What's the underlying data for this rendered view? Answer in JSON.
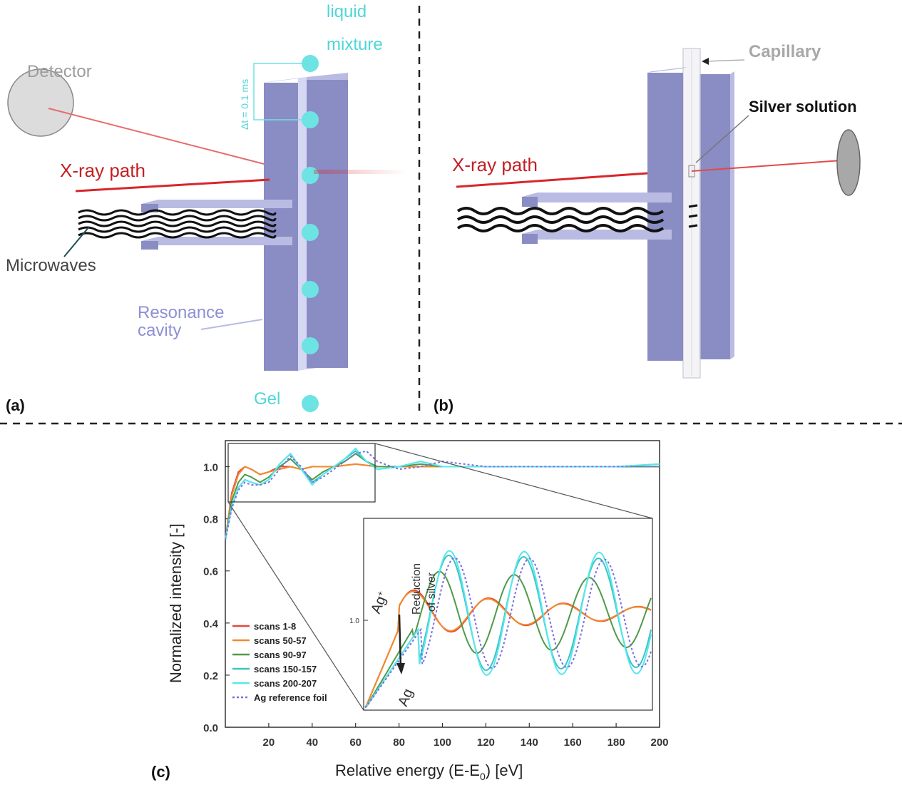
{
  "colors": {
    "cavity": "#8a8cc4",
    "cavity_side": "#b9bbe3",
    "cavity_dark": "#6f72b0",
    "plate_light": "#d6d7f3",
    "droplet": "#6de3e3",
    "xray": "#d8262a",
    "cyan_text": "#4fd6d6",
    "resonance_text": "#8d8fd6",
    "gray_text": "#9c9c9c"
  },
  "panel_a": {
    "label": "(a)",
    "detector": "Detector",
    "liquid_mixture_1": "liquid",
    "liquid_mixture_2": "mixture",
    "delta_t": "Δt = 0.1 ms",
    "xray_path": "X-ray path",
    "microwaves": "Microwaves",
    "resonance_1": "Resonance",
    "resonance_2": "cavity",
    "gel": "Gel"
  },
  "panel_b": {
    "label": "(b)",
    "capillary": "Capillary",
    "silver_solution": "Silver solution",
    "xray_path": "X-ray path"
  },
  "panel_c": {
    "label": "(c)"
  },
  "chart_data": {
    "type": "line",
    "xlabel": "Relative energy (E-E0) [eV]",
    "ylabel": "Normalized intensity [-]",
    "xlim": [
      0,
      200
    ],
    "ylim": [
      0.0,
      1.1
    ],
    "x_ticks": [
      "20",
      "40",
      "60",
      "80",
      "100",
      "120",
      "140",
      "160",
      "180",
      "200"
    ],
    "y_ticks": [
      "0.0",
      "0.2",
      "0.4",
      "0.6",
      "0.8",
      "1.0"
    ],
    "legend": [
      {
        "name": "scans 1-8",
        "color": "#e8463c",
        "dash": false
      },
      {
        "name": "scans 50-57",
        "color": "#f08a2c",
        "dash": false
      },
      {
        "name": "scans 90-97",
        "color": "#4f9a4a",
        "dash": false
      },
      {
        "name": "scans 150-157",
        "color": "#3cc4c4",
        "dash": false
      },
      {
        "name": "scans 200-207",
        "color": "#55e8ee",
        "dash": false
      },
      {
        "name": "Ag reference foil",
        "color": "#7a6ee0",
        "dash": true
      }
    ],
    "series": [
      {
        "name": "scans 1-8",
        "x": [
          0,
          3,
          6,
          9,
          12,
          16,
          20,
          25,
          30,
          35,
          40,
          50,
          60,
          70,
          80,
          90,
          100,
          120,
          140,
          160,
          180,
          200
        ],
        "y": [
          0.72,
          0.9,
          0.98,
          1.0,
          0.99,
          0.97,
          0.98,
          1.0,
          1.0,
          0.99,
          1.0,
          1.0,
          1.01,
          1.0,
          1.0,
          1.0,
          1.0,
          1.0,
          1.0,
          1.0,
          1.0,
          1.0
        ]
      },
      {
        "name": "scans 50-57",
        "x": [
          0,
          3,
          6,
          9,
          12,
          16,
          20,
          25,
          30,
          35,
          40,
          50,
          60,
          70,
          80,
          90,
          100,
          120,
          140,
          160,
          180,
          200
        ],
        "y": [
          0.72,
          0.89,
          0.97,
          1.0,
          0.99,
          0.97,
          0.98,
          0.99,
          1.0,
          0.99,
          1.0,
          1.0,
          1.01,
          1.0,
          1.0,
          1.0,
          1.0,
          1.0,
          1.0,
          1.0,
          1.0,
          1.0
        ]
      },
      {
        "name": "scans 90-97",
        "x": [
          0,
          3,
          6,
          9,
          12,
          16,
          20,
          25,
          30,
          35,
          40,
          45,
          50,
          55,
          60,
          65,
          70,
          80,
          90,
          100,
          120,
          140,
          160,
          180,
          200
        ],
        "y": [
          0.72,
          0.87,
          0.94,
          0.97,
          0.96,
          0.94,
          0.96,
          1.0,
          1.03,
          0.99,
          0.95,
          0.98,
          1.0,
          1.02,
          1.05,
          1.02,
          1.0,
          1.0,
          1.01,
          1.0,
          1.0,
          1.0,
          1.0,
          1.0,
          1.0
        ]
      },
      {
        "name": "scans 150-157",
        "x": [
          0,
          3,
          6,
          9,
          12,
          16,
          20,
          25,
          30,
          35,
          40,
          45,
          50,
          55,
          60,
          65,
          70,
          80,
          90,
          100,
          120,
          140,
          160,
          180,
          200
        ],
        "y": [
          0.72,
          0.85,
          0.92,
          0.95,
          0.94,
          0.93,
          0.95,
          1.01,
          1.05,
          0.99,
          0.94,
          0.97,
          1.0,
          1.03,
          1.06,
          1.02,
          0.99,
          1.0,
          1.02,
          1.0,
          1.0,
          1.0,
          1.0,
          1.0,
          1.01
        ]
      },
      {
        "name": "scans 200-207",
        "x": [
          0,
          3,
          6,
          9,
          12,
          16,
          20,
          25,
          30,
          35,
          40,
          45,
          50,
          55,
          60,
          65,
          70,
          80,
          90,
          100,
          120,
          140,
          160,
          180,
          200
        ],
        "y": [
          0.72,
          0.85,
          0.92,
          0.95,
          0.94,
          0.93,
          0.95,
          1.01,
          1.05,
          0.99,
          0.93,
          0.97,
          1.0,
          1.03,
          1.07,
          1.02,
          0.99,
          1.0,
          1.02,
          1.0,
          1.0,
          1.0,
          1.0,
          1.0,
          1.01
        ]
      },
      {
        "name": "Ag reference foil",
        "x": [
          0,
          3,
          6,
          9,
          12,
          16,
          20,
          25,
          30,
          35,
          40,
          45,
          50,
          55,
          60,
          65,
          70,
          80,
          90,
          100,
          120,
          140,
          160,
          180,
          200
        ],
        "y": [
          0.72,
          0.84,
          0.91,
          0.94,
          0.93,
          0.93,
          0.94,
          0.99,
          1.04,
          1.0,
          0.94,
          0.96,
          0.99,
          1.02,
          1.05,
          1.06,
          1.02,
          0.99,
          1.0,
          1.02,
          1.0,
          1.0,
          1.0,
          1.0,
          1.0
        ]
      }
    ],
    "inset": {
      "xlim": [
        0,
        70
      ],
      "y_tick": "1.0",
      "annotation_ag_plus": "Ag",
      "annotation_ag_plus_sup": "+",
      "annotation_ag": "Ag",
      "annotation_reduction_1": "Reduction",
      "annotation_reduction_2": "of silver"
    }
  }
}
